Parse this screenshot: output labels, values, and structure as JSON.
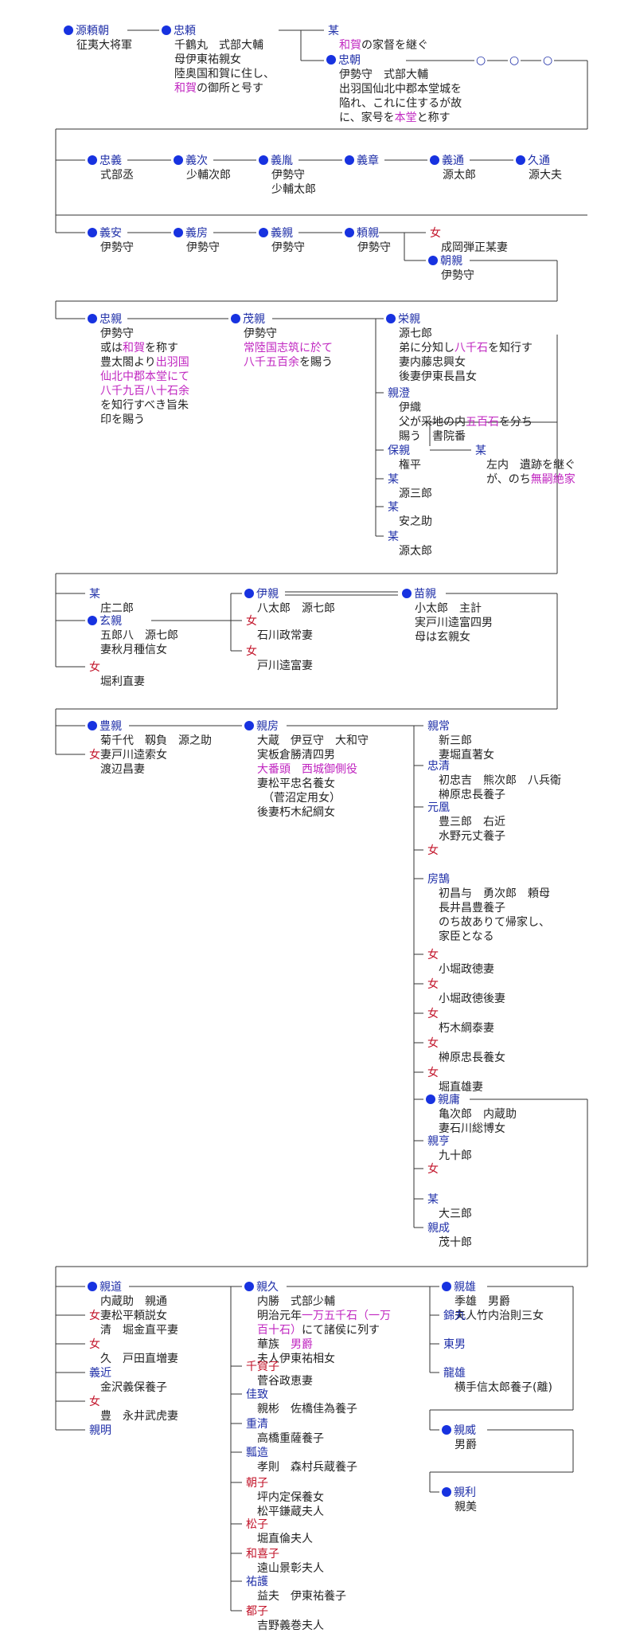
{
  "colors": {
    "male_name": "#1f2fa8",
    "female_name": "#c2142a",
    "highlight": "#c026c0",
    "marker": "#1732e0",
    "text": "#222222",
    "line": "#333333"
  },
  "nodes": [
    {
      "id": "n1",
      "name": "源頼朝",
      "marker": true,
      "sex": "m",
      "lines": [
        [
          {
            "t": "征夷大将軍"
          }
        ]
      ]
    },
    {
      "id": "n2",
      "name": "忠頼",
      "marker": true,
      "sex": "m",
      "lines": [
        [
          {
            "t": "千鶴丸　式部大輔"
          }
        ],
        [
          {
            "t": "母伊東祐親女"
          }
        ],
        [
          {
            "t": "陸奥国和賀に住し、"
          }
        ],
        [
          {
            "t": "和賀",
            "h": true
          },
          {
            "t": "の御所と号す"
          }
        ]
      ]
    },
    {
      "id": "n3",
      "name": "某",
      "sex": "m",
      "lines": [
        [
          {
            "t": "和賀",
            "h": true
          },
          {
            "t": "の家督を継ぐ"
          }
        ]
      ]
    },
    {
      "id": "n4",
      "name": "忠朝",
      "marker": true,
      "sex": "m",
      "lines": [
        [
          {
            "t": "伊勢守　式部大輔"
          }
        ],
        [
          {
            "t": "出羽国仙北中郡本堂城を"
          }
        ],
        [
          {
            "t": "陥れ、これに住するが故"
          }
        ],
        [
          {
            "t": "に、家号を"
          },
          {
            "t": "本堂",
            "h": true
          },
          {
            "t": "と称す"
          }
        ]
      ]
    },
    {
      "id": "n5",
      "name": "忠義",
      "marker": true,
      "sex": "m",
      "lines": [
        [
          {
            "t": "式部丞"
          }
        ]
      ]
    },
    {
      "id": "n6",
      "name": "義次",
      "marker": true,
      "sex": "m",
      "lines": [
        [
          {
            "t": "少輔次郎"
          }
        ]
      ]
    },
    {
      "id": "n7",
      "name": "義胤",
      "marker": true,
      "sex": "m",
      "lines": [
        [
          {
            "t": "伊勢守"
          }
        ],
        [
          {
            "t": "少輔太郎"
          }
        ]
      ]
    },
    {
      "id": "n8",
      "name": "義章",
      "marker": true,
      "sex": "m",
      "lines": []
    },
    {
      "id": "n9",
      "name": "義通",
      "marker": true,
      "sex": "m",
      "lines": [
        [
          {
            "t": "源太郎"
          }
        ]
      ]
    },
    {
      "id": "n10",
      "name": "久通",
      "marker": true,
      "sex": "m",
      "lines": [
        [
          {
            "t": "源大夫"
          }
        ]
      ]
    },
    {
      "id": "n11",
      "name": "義安",
      "marker": true,
      "sex": "m",
      "lines": [
        [
          {
            "t": "伊勢守"
          }
        ]
      ]
    },
    {
      "id": "n12",
      "name": "義房",
      "marker": true,
      "sex": "m",
      "lines": [
        [
          {
            "t": "伊勢守"
          }
        ]
      ]
    },
    {
      "id": "n13",
      "name": "義親",
      "marker": true,
      "sex": "m",
      "lines": [
        [
          {
            "t": "伊勢守"
          }
        ]
      ]
    },
    {
      "id": "n14",
      "name": "頼親",
      "marker": true,
      "sex": "m",
      "lines": [
        [
          {
            "t": "伊勢守"
          }
        ]
      ]
    },
    {
      "id": "n15",
      "name": "女",
      "sex": "f",
      "lines": [
        [
          {
            "t": "成岡弾正某妻"
          }
        ]
      ]
    },
    {
      "id": "n16",
      "name": "朝親",
      "marker": true,
      "sex": "m",
      "lines": [
        [
          {
            "t": "伊勢守"
          }
        ]
      ]
    },
    {
      "id": "n17",
      "name": "忠親",
      "marker": true,
      "sex": "m",
      "lines": [
        [
          {
            "t": "伊勢守"
          }
        ],
        [
          {
            "t": "或は"
          },
          {
            "t": "和賀",
            "h": true
          },
          {
            "t": "を称す"
          }
        ],
        [
          {
            "t": "豊太閤より"
          },
          {
            "t": "出羽国",
            "h": true
          }
        ],
        [
          {
            "t": "仙北中郡本堂にて",
            "h": true
          }
        ],
        [
          {
            "t": "八千九百八十石余",
            "h": true
          }
        ],
        [
          {
            "t": "を知行すべき旨朱"
          }
        ],
        [
          {
            "t": "印を賜う"
          }
        ]
      ]
    },
    {
      "id": "n18",
      "name": "茂親",
      "marker": true,
      "sex": "m",
      "lines": [
        [
          {
            "t": "伊勢守"
          }
        ],
        [
          {
            "t": "常陸国志筑に於て",
            "h": true
          }
        ],
        [
          {
            "t": "八千五百余",
            "h": true
          },
          {
            "t": "を賜う"
          }
        ]
      ]
    },
    {
      "id": "n19",
      "name": "栄親",
      "marker": true,
      "sex": "m",
      "lines": [
        [
          {
            "t": "源七郎"
          }
        ],
        [
          {
            "t": "弟に分知し"
          },
          {
            "t": "八千石",
            "h": true
          },
          {
            "t": "を知行す"
          }
        ],
        [
          {
            "t": "妻内藤忠興女"
          }
        ],
        [
          {
            "t": "後妻伊東長昌女"
          }
        ]
      ]
    },
    {
      "id": "n20",
      "name": "親澄",
      "sex": "m",
      "lines": [
        [
          {
            "t": "伊織"
          }
        ],
        [
          {
            "t": "父が采地の内"
          },
          {
            "t": "五百石",
            "h": true
          },
          {
            "t": "を分ち"
          }
        ],
        [
          {
            "t": "賜う　書院番"
          }
        ]
      ]
    },
    {
      "id": "n21",
      "name": "保親",
      "sex": "m",
      "lines": [
        [
          {
            "t": "権平"
          }
        ]
      ]
    },
    {
      "id": "n22",
      "name": "某",
      "sex": "m",
      "lines": [
        [
          {
            "t": "源三郎"
          }
        ]
      ]
    },
    {
      "id": "n23",
      "name": "某",
      "sex": "m",
      "lines": [
        [
          {
            "t": "左内　遺跡を継ぐ"
          }
        ],
        [
          {
            "t": "が、のち"
          },
          {
            "t": "無嗣絶家",
            "h": true
          }
        ]
      ]
    },
    {
      "id": "n24",
      "name": "某",
      "sex": "m",
      "lines": [
        [
          {
            "t": "安之助"
          }
        ]
      ]
    },
    {
      "id": "n25",
      "name": "某",
      "sex": "m",
      "lines": [
        [
          {
            "t": "源太郎"
          }
        ]
      ]
    },
    {
      "id": "n26",
      "name": "某",
      "sex": "m",
      "lines": [
        [
          {
            "t": "庄二郎"
          }
        ]
      ]
    },
    {
      "id": "n27",
      "name": "玄親",
      "marker": true,
      "sex": "m",
      "lines": [
        [
          {
            "t": "五郎八　源七郎"
          }
        ],
        [
          {
            "t": "妻秋月種信女"
          }
        ]
      ]
    },
    {
      "id": "n28",
      "name": "女",
      "sex": "f",
      "lines": [
        [
          {
            "t": "堀利直妻"
          }
        ]
      ]
    },
    {
      "id": "n29",
      "name": "伊親",
      "marker": true,
      "sex": "m",
      "lines": [
        [
          {
            "t": "八太郎　源七郎"
          }
        ]
      ]
    },
    {
      "id": "n30",
      "name": "女",
      "sex": "f",
      "lines": [
        [
          {
            "t": "石川政常妻"
          }
        ]
      ]
    },
    {
      "id": "n31",
      "name": "女",
      "sex": "f",
      "lines": [
        [
          {
            "t": "戸川逵富妻"
          }
        ]
      ]
    },
    {
      "id": "n32",
      "name": "苗親",
      "marker": true,
      "sex": "m",
      "lines": [
        [
          {
            "t": "小太郎　主計"
          }
        ],
        [
          {
            "t": "実戸川逵富四男"
          }
        ],
        [
          {
            "t": "母は玄親女"
          }
        ]
      ]
    },
    {
      "id": "n33",
      "name": "豊親",
      "marker": true,
      "sex": "m",
      "lines": [
        [
          {
            "t": "菊千代　靱負　源之助"
          }
        ],
        [
          {
            "t": "妻戸川逵索女"
          }
        ]
      ]
    },
    {
      "id": "n34",
      "name": "女",
      "sex": "f",
      "lines": [
        [
          {
            "t": "渡辺昌妻"
          }
        ]
      ]
    },
    {
      "id": "n35",
      "name": "親房",
      "marker": true,
      "sex": "m",
      "lines": [
        [
          {
            "t": "大蔵　伊豆守　大和守"
          }
        ],
        [
          {
            "t": "実板倉勝清四男"
          }
        ],
        [
          {
            "t": "大番頭　西城御側役",
            "h": true
          }
        ],
        [
          {
            "t": "妻松平忠名養女"
          }
        ],
        [
          {
            "t": "　（菅沼定用女）"
          }
        ],
        [
          {
            "t": "後妻朽木紀綱女"
          }
        ]
      ]
    },
    {
      "id": "n36",
      "name": "親常",
      "sex": "m",
      "lines": [
        [
          {
            "t": "新三郎"
          }
        ],
        [
          {
            "t": "妻堀直著女"
          }
        ]
      ]
    },
    {
      "id": "n37",
      "name": "忠清",
      "sex": "m",
      "lines": [
        [
          {
            "t": "初忠吉　熊次郎　八兵衛"
          }
        ],
        [
          {
            "t": "榊原忠長養子"
          }
        ]
      ]
    },
    {
      "id": "n38",
      "name": "元凰",
      "sex": "m",
      "lines": [
        [
          {
            "t": "豊三郎　右近"
          }
        ],
        [
          {
            "t": "水野元丈養子"
          }
        ]
      ]
    },
    {
      "id": "n39",
      "name": "女",
      "sex": "f",
      "lines": []
    },
    {
      "id": "n40",
      "name": "房鵠",
      "sex": "m",
      "lines": [
        [
          {
            "t": "初昌与　勇次郎　頼母"
          }
        ],
        [
          {
            "t": "長井昌豊養子"
          }
        ],
        [
          {
            "t": "のち故ありて帰家し、"
          }
        ],
        [
          {
            "t": "家臣となる"
          }
        ]
      ]
    },
    {
      "id": "n41",
      "name": "女",
      "sex": "f",
      "lines": [
        [
          {
            "t": "小堀政徳妻"
          }
        ]
      ]
    },
    {
      "id": "n42",
      "name": "女",
      "sex": "f",
      "lines": [
        [
          {
            "t": "小堀政徳後妻"
          }
        ]
      ]
    },
    {
      "id": "n43",
      "name": "女",
      "sex": "f",
      "lines": [
        [
          {
            "t": "朽木綱泰妻"
          }
        ]
      ]
    },
    {
      "id": "n44",
      "name": "女",
      "sex": "f",
      "lines": [
        [
          {
            "t": "榊原忠長養女"
          }
        ]
      ]
    },
    {
      "id": "n45",
      "name": "女",
      "sex": "f",
      "lines": [
        [
          {
            "t": "堀直雄妻"
          }
        ]
      ]
    },
    {
      "id": "n46",
      "name": "親庸",
      "marker": true,
      "sex": "m",
      "lines": [
        [
          {
            "t": "亀次郎　内蔵助"
          }
        ],
        [
          {
            "t": "妻石川総博女"
          }
        ]
      ]
    },
    {
      "id": "n47",
      "name": "親亨",
      "sex": "m",
      "lines": [
        [
          {
            "t": "九十郎"
          }
        ]
      ]
    },
    {
      "id": "n48",
      "name": "女",
      "sex": "f",
      "lines": []
    },
    {
      "id": "n49",
      "name": "某",
      "sex": "m",
      "lines": [
        [
          {
            "t": "大三郎"
          }
        ]
      ]
    },
    {
      "id": "n50",
      "name": "親成",
      "sex": "m",
      "lines": [
        [
          {
            "t": "茂十郎"
          }
        ]
      ]
    },
    {
      "id": "n51",
      "name": "親道",
      "marker": true,
      "sex": "m",
      "lines": [
        [
          {
            "t": "内蔵助　親通"
          }
        ],
        [
          {
            "t": "妻松平頼説女"
          }
        ]
      ]
    },
    {
      "id": "n52",
      "name": "女",
      "sex": "f",
      "lines": [
        [
          {
            "t": "清　堀金直平妻"
          }
        ]
      ]
    },
    {
      "id": "n53",
      "name": "女",
      "sex": "f",
      "lines": [
        [
          {
            "t": "久　戸田直増妻"
          }
        ]
      ]
    },
    {
      "id": "n54",
      "name": "義近",
      "sex": "m",
      "lines": [
        [
          {
            "t": "金沢義保養子"
          }
        ]
      ]
    },
    {
      "id": "n55",
      "name": "女",
      "sex": "f",
      "lines": [
        [
          {
            "t": "豊　永井武虎妻"
          }
        ]
      ]
    },
    {
      "id": "n56",
      "name": "親明",
      "sex": "m",
      "lines": []
    },
    {
      "id": "n57",
      "name": "親久",
      "marker": true,
      "sex": "m",
      "lines": [
        [
          {
            "t": "内勝　式部少輔"
          }
        ],
        [
          {
            "t": "明治元年"
          },
          {
            "t": "一万五千石（一万",
            "h": true
          }
        ],
        [
          {
            "t": "百十石）",
            "h": true
          },
          {
            "t": "にて諸侯に列す"
          }
        ],
        [
          {
            "t": "華族　"
          },
          {
            "t": "男爵",
            "h": true
          }
        ],
        [
          {
            "t": "夫人伊東祐相女"
          }
        ]
      ]
    },
    {
      "id": "n58",
      "name": "千賀子",
      "sex": "f",
      "lines": [
        [
          {
            "t": "菅谷政恵妻"
          }
        ]
      ]
    },
    {
      "id": "n59",
      "name": "佳致",
      "sex": "m",
      "lines": [
        [
          {
            "t": "親彬　佐橋佳為養子"
          }
        ]
      ]
    },
    {
      "id": "n60",
      "name": "重清",
      "sex": "m",
      "lines": [
        [
          {
            "t": "高橋重薩養子"
          }
        ]
      ]
    },
    {
      "id": "n61",
      "name": "瓢造",
      "sex": "m",
      "lines": [
        [
          {
            "t": "孝則　森村兵蔵養子"
          }
        ]
      ]
    },
    {
      "id": "n62",
      "name": "朝子",
      "sex": "f",
      "lines": [
        [
          {
            "t": "坪内定保養女"
          }
        ],
        [
          {
            "t": "松平鎌蔵夫人"
          }
        ]
      ]
    },
    {
      "id": "n63",
      "name": "松子",
      "sex": "f",
      "lines": [
        [
          {
            "t": "堀直倫夫人"
          }
        ]
      ]
    },
    {
      "id": "n64",
      "name": "和喜子",
      "sex": "f",
      "lines": [
        [
          {
            "t": "遠山景彰夫人"
          }
        ]
      ]
    },
    {
      "id": "n65",
      "name": "祐護",
      "sex": "m",
      "lines": [
        [
          {
            "t": "益夫　伊東祐養子"
          }
        ]
      ]
    },
    {
      "id": "n66",
      "name": "都子",
      "sex": "f",
      "lines": [
        [
          {
            "t": "吉野義巻夫人"
          }
        ]
      ]
    },
    {
      "id": "n67",
      "name": "親雄",
      "marker": true,
      "sex": "m",
      "lines": [
        [
          {
            "t": "季雄　男爵"
          }
        ],
        [
          {
            "t": "夫人竹内治則三女"
          }
        ]
      ]
    },
    {
      "id": "n68",
      "name": "錦丸",
      "sex": "m",
      "lines": []
    },
    {
      "id": "n69",
      "name": "東男",
      "sex": "m",
      "lines": []
    },
    {
      "id": "n70",
      "name": "龍雄",
      "sex": "m",
      "lines": [
        [
          {
            "t": "横手信太郎養子(離)"
          }
        ]
      ]
    },
    {
      "id": "n71",
      "name": "親威",
      "marker": true,
      "sex": "m",
      "lines": [
        [
          {
            "t": "男爵"
          }
        ]
      ]
    },
    {
      "id": "n72",
      "name": "親利",
      "marker": true,
      "sex": "m",
      "lines": [
        [
          {
            "t": "親美"
          }
        ]
      ]
    }
  ],
  "placeholder_marks": [
    "○",
    "○",
    "○"
  ]
}
